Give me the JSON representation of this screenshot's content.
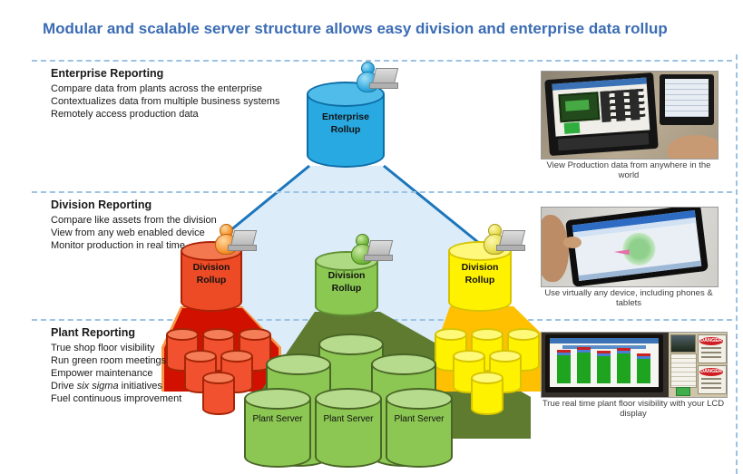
{
  "title": "Modular and scalable server structure allows easy division and enterprise data rollup",
  "colors": {
    "title_blue": "#3b6cb4",
    "separator_blue": "#9cc3e3",
    "connector_blue": "#1b76bc",
    "triangle_fill": "#dcecf8",
    "enterprise_blue": "#29a9e1",
    "division_red": "#ed4b26",
    "division_green": "#8bc852",
    "division_yellow": "#fff200",
    "plant_green": "#8cc653",
    "funnel_red": "#d21000",
    "funnel_orange": "#fec000",
    "trapezoid_green": "#5e7b30"
  },
  "sections": {
    "enterprise": {
      "heading": "Enterprise Reporting",
      "bullets": [
        "Compare data from plants across the enterprise",
        "Contextualizes data from multiple business systems",
        "Remotely access production data"
      ]
    },
    "division": {
      "heading": "Division Reporting",
      "bullets": [
        "Compare like assets from the division",
        "View from any web enabled device",
        "Monitor production in real time"
      ]
    },
    "plant": {
      "heading": "Plant Reporting",
      "bullets": [
        "True shop floor visibility",
        "Run green room meetings",
        "Empower maintenance",
        "Drive six sigma initiatives",
        "Fuel continuous improvement"
      ],
      "six_sigma": {
        "pre": "Drive ",
        "italic": "six sigma",
        "post": " initiatives"
      }
    }
  },
  "diagram": {
    "enterprise_rollup_label": "Enterprise Rollup",
    "division_rollup_labels": [
      "Division Rollup",
      "Division Rollup",
      "Division Rollup"
    ],
    "plant_server_labels": [
      "Plant Server",
      "Plant Server",
      "Plant Server"
    ]
  },
  "photos": [
    {
      "caption": "View Production data from anywhere in the world"
    },
    {
      "caption": "Use virtually any device, including phones & tablets"
    },
    {
      "caption": "True real time plant floor visibility with your LCD display",
      "signs": [
        "DANGER",
        "DANGER"
      ]
    }
  ]
}
